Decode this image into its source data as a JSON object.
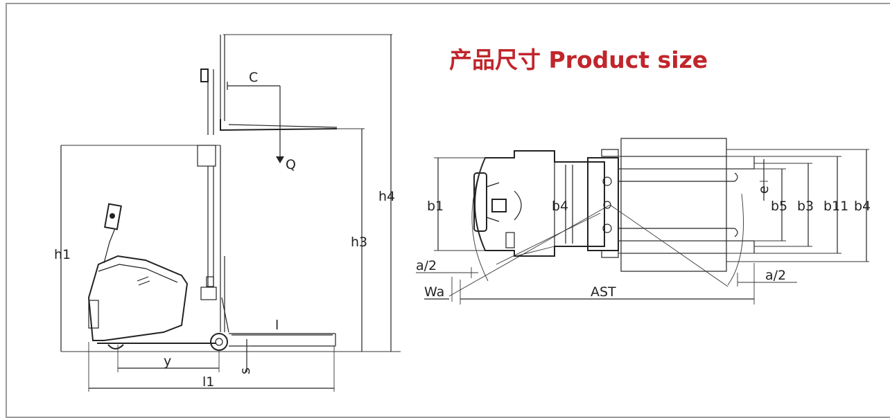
{
  "title": "产品尺寸 Product size",
  "side_view": {
    "labels": {
      "h1": "h1",
      "h3": "h3",
      "h4": "h4",
      "c": "C",
      "q": "Q",
      "y": "y",
      "s": "s",
      "l": "l",
      "l1": "l1"
    }
  },
  "top_view": {
    "labels": {
      "b1": "b1",
      "b4_inner": "b4",
      "b5": "b5",
      "b3": "b3",
      "b11": "b11",
      "b4": "b4",
      "a2_left": "a/2",
      "a2_right": "a/2",
      "wa": "Wa",
      "ast": "AST",
      "e": "e"
    }
  },
  "colors": {
    "title": "#c0262c",
    "lines": "#222222",
    "frame": "#9a9a9a"
  }
}
